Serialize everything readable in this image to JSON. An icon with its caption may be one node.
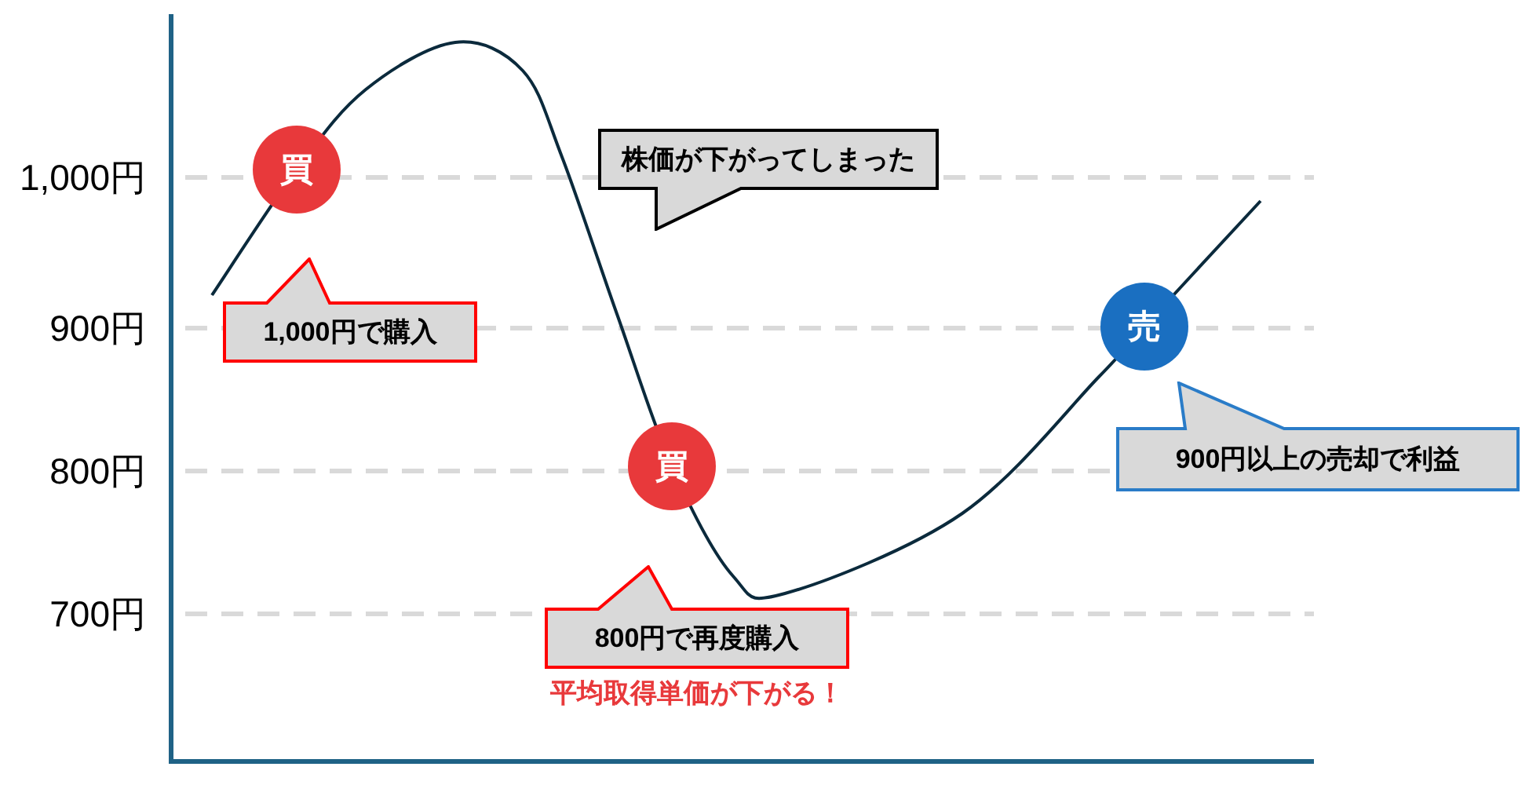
{
  "diagram": {
    "nodes": [
      {
        "text": [
          "買"
        ]
      },
      {
        "text": [
          "1,000円で購入"
        ]
      },
      {
        "text": [
          "株価が下がってしまった"
        ]
      },
      {
        "text": [
          "買"
        ]
      },
      {
        "text": [
          "800円で再度購入"
        ],
        "beside": [
          "平均取得単価が下がる！"
        ]
      },
      {
        "text": [
          "売"
        ]
      },
      {
        "text": [
          "900円以上の売却で利益"
        ]
      }
    ],
    "labels": [
      "1,000円",
      "900円",
      "800円",
      "700円"
    ]
  }
}
